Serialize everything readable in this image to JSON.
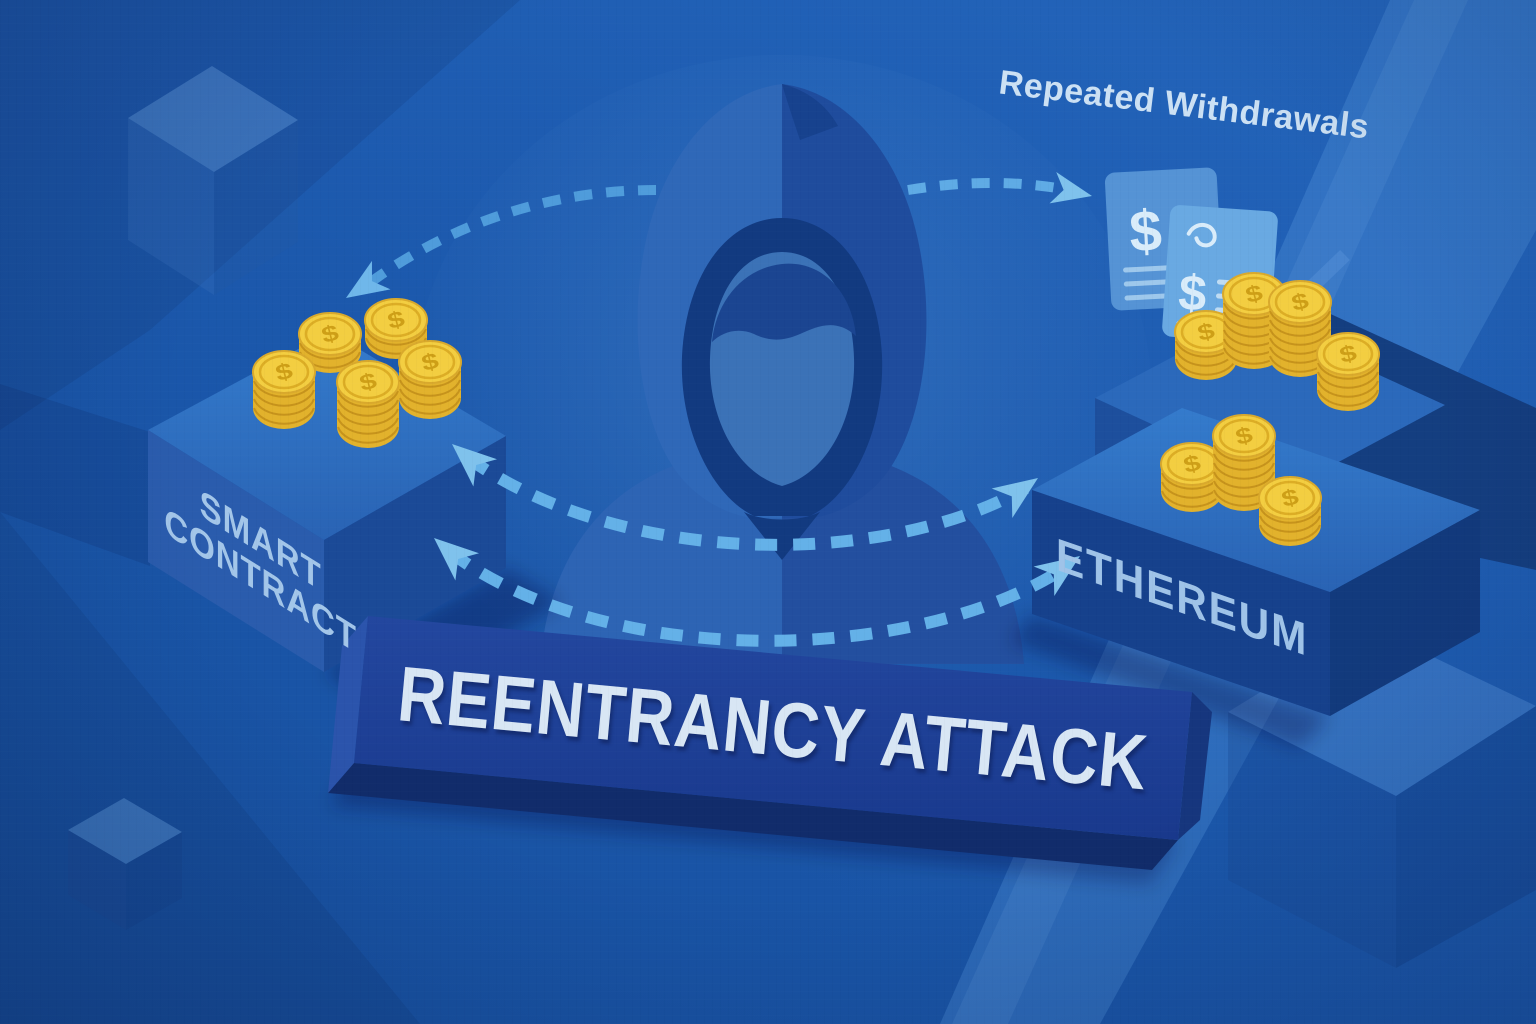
{
  "labels": {
    "repeated_withdrawals": "Repeated Withdrawals",
    "smart_contract": "SMART\nCONTRACT",
    "ethereum": "ETHEREUM",
    "banner": "REENTRANCY ATTACK"
  },
  "symbols": {
    "dollar": "$"
  },
  "icons": {
    "hacker": "hooded-hacker-figure",
    "coins": "gold-coin-stack",
    "receipts": "dollar-receipt-cards",
    "cubes": "isometric-cube",
    "arrows": "dashed-curved-arrow"
  },
  "colors": {
    "background": "#1B57AA",
    "arrow_blue": "#64B1E8",
    "arrowhead_blue": "#7FC2EC",
    "coin_gold": "#F3CE41",
    "coin_side_gold": "#E2B22C",
    "block_top": "#2F73C6",
    "block_face_medium": "#2A5CAD",
    "block_face_dark": "#16418C",
    "banner_face": "#1E419B",
    "receipt_blue": "#69A9E2",
    "label_light": "#D8E6F4",
    "label_block_text": "#A3C6E9"
  }
}
